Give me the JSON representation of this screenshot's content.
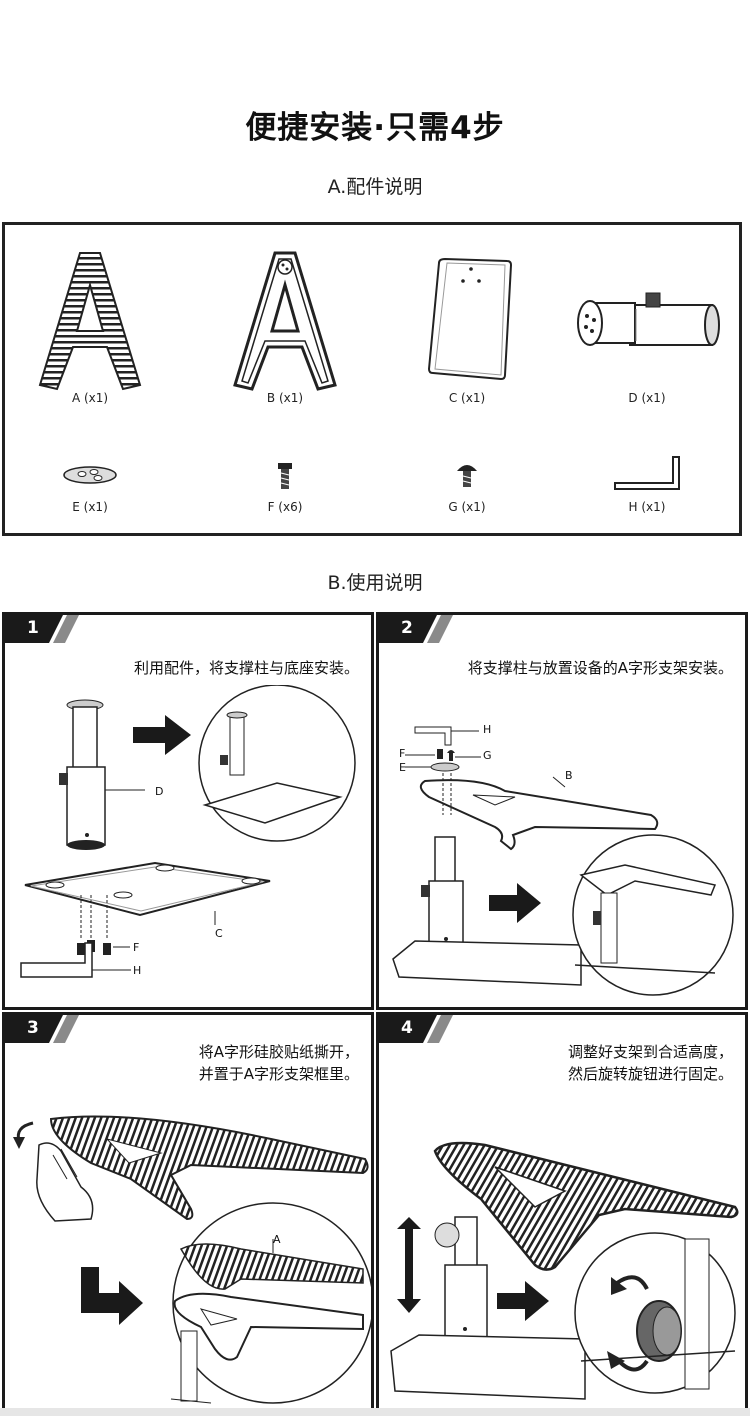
{
  "header": {
    "title": "便捷安装·只需4步",
    "section_a": "A.配件说明",
    "section_b": "B.使用说明"
  },
  "parts": [
    {
      "icon": "a-frame-striped-icon",
      "label": "A (x1)"
    },
    {
      "icon": "a-frame-outline-icon",
      "label": "B (x1)"
    },
    {
      "icon": "base-plate-icon",
      "label": "C (x1)"
    },
    {
      "icon": "support-column-icon",
      "label": "D (x1)"
    },
    {
      "icon": "washer-icon",
      "label": "E (x1)"
    },
    {
      "icon": "screw-icon",
      "label": "F (x6)"
    },
    {
      "icon": "knob-screw-icon",
      "label": "G (x1)"
    },
    {
      "icon": "hex-key-icon",
      "label": "H (x1)"
    }
  ],
  "steps": [
    {
      "number": "1",
      "text": "利用配件，将支撑柱与底座安装。",
      "labels": {
        "d": "D",
        "c": "C",
        "f": "F",
        "h": "H"
      }
    },
    {
      "number": "2",
      "text": "将支撑柱与放置设备的A字形支架安装。",
      "labels": {
        "h": "H",
        "f": "F",
        "g": "G",
        "e": "E",
        "b": "B"
      }
    },
    {
      "number": "3",
      "text_line1": "将A字形硅胶贴纸撕开，",
      "text_line2": "并置于A字形支架框里。",
      "labels": {
        "a": "A"
      }
    },
    {
      "number": "4",
      "text_line1": "调整好支架到合适高度，",
      "text_line2": "然后旋转旋钮进行固定。"
    }
  ],
  "colors": {
    "frame": "#1a1a1a",
    "tab": "#1a1a1a",
    "tab_stripe": "#8a8a8a"
  }
}
